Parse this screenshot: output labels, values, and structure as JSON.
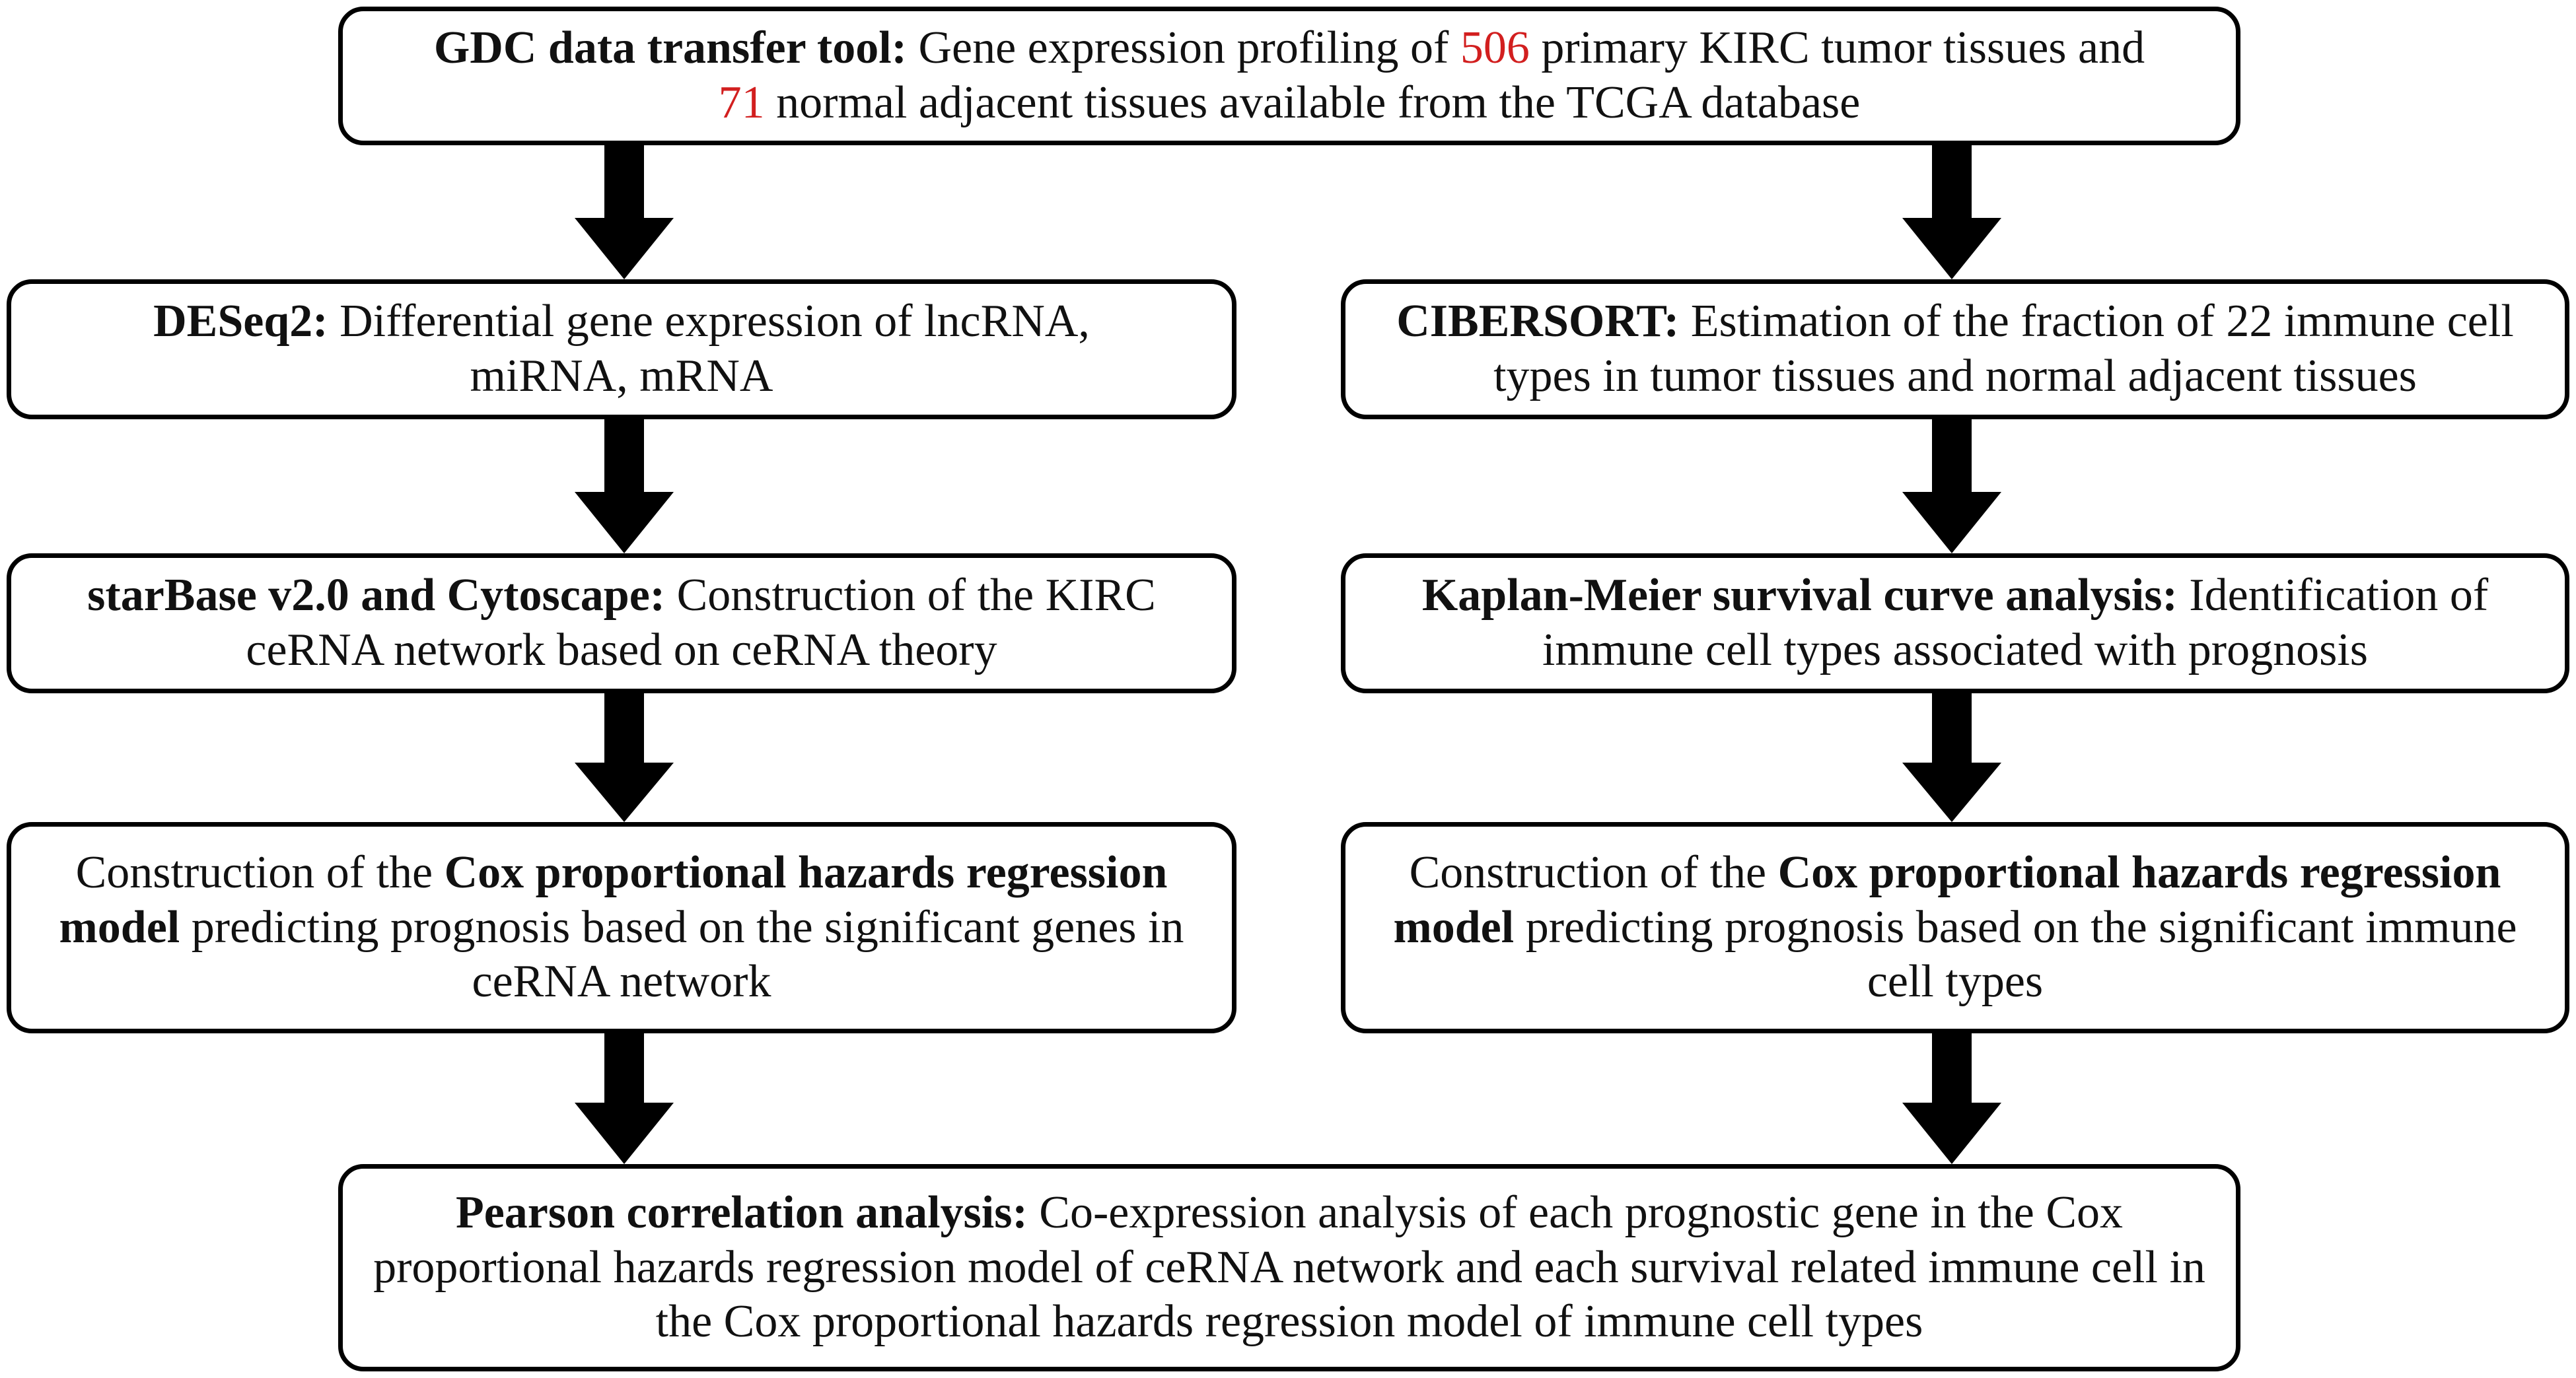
{
  "boxes": {
    "top": {
      "bold": "GDC data transfer tool:",
      "text_a": " Gene expression profiling of ",
      "num_tumor": "506",
      "text_b": " primary KIRC tumor tissues and",
      "num_normal": "71",
      "text_c": " normal adjacent tissues available from the TCGA database"
    },
    "deseq": {
      "bold": "DESeq2:",
      "text": " Differential gene expression of lncRNA, miRNA, mRNA"
    },
    "cibersort": {
      "bold": "CIBERSORT:",
      "text": " Estimation of the fraction of 22 immune cell types in tumor tissues and normal adjacent tissues"
    },
    "starbase": {
      "bold": "starBase v2.0 and Cytoscape:",
      "text": " Construction of the KIRC ceRNA network based on ceRNA theory"
    },
    "kaplan": {
      "bold": "Kaplan-Meier survival curve analysis:",
      "text": " Identification of immune cell types associated with prognosis"
    },
    "cox_left": {
      "text_a": "Construction of the ",
      "bold": "Cox proportional hazards regression model",
      "text_b": " predicting prognosis based on the significant genes in ceRNA network"
    },
    "cox_right": {
      "text_a": "Construction of the ",
      "bold": "Cox proportional hazards regression model",
      "text_b": " predicting prognosis based on the significant immune cell types"
    },
    "pearson": {
      "bold": "Pearson correlation analysis:",
      "text": " Co-expression analysis of each prognostic gene in the Cox proportional hazards regression model of ceRNA network and each survival related immune cell in the Cox proportional hazards regression model of immune cell types"
    }
  },
  "colors": {
    "highlight_numbers": "#d21f1f",
    "border": "#000000",
    "arrow": "#000000"
  }
}
